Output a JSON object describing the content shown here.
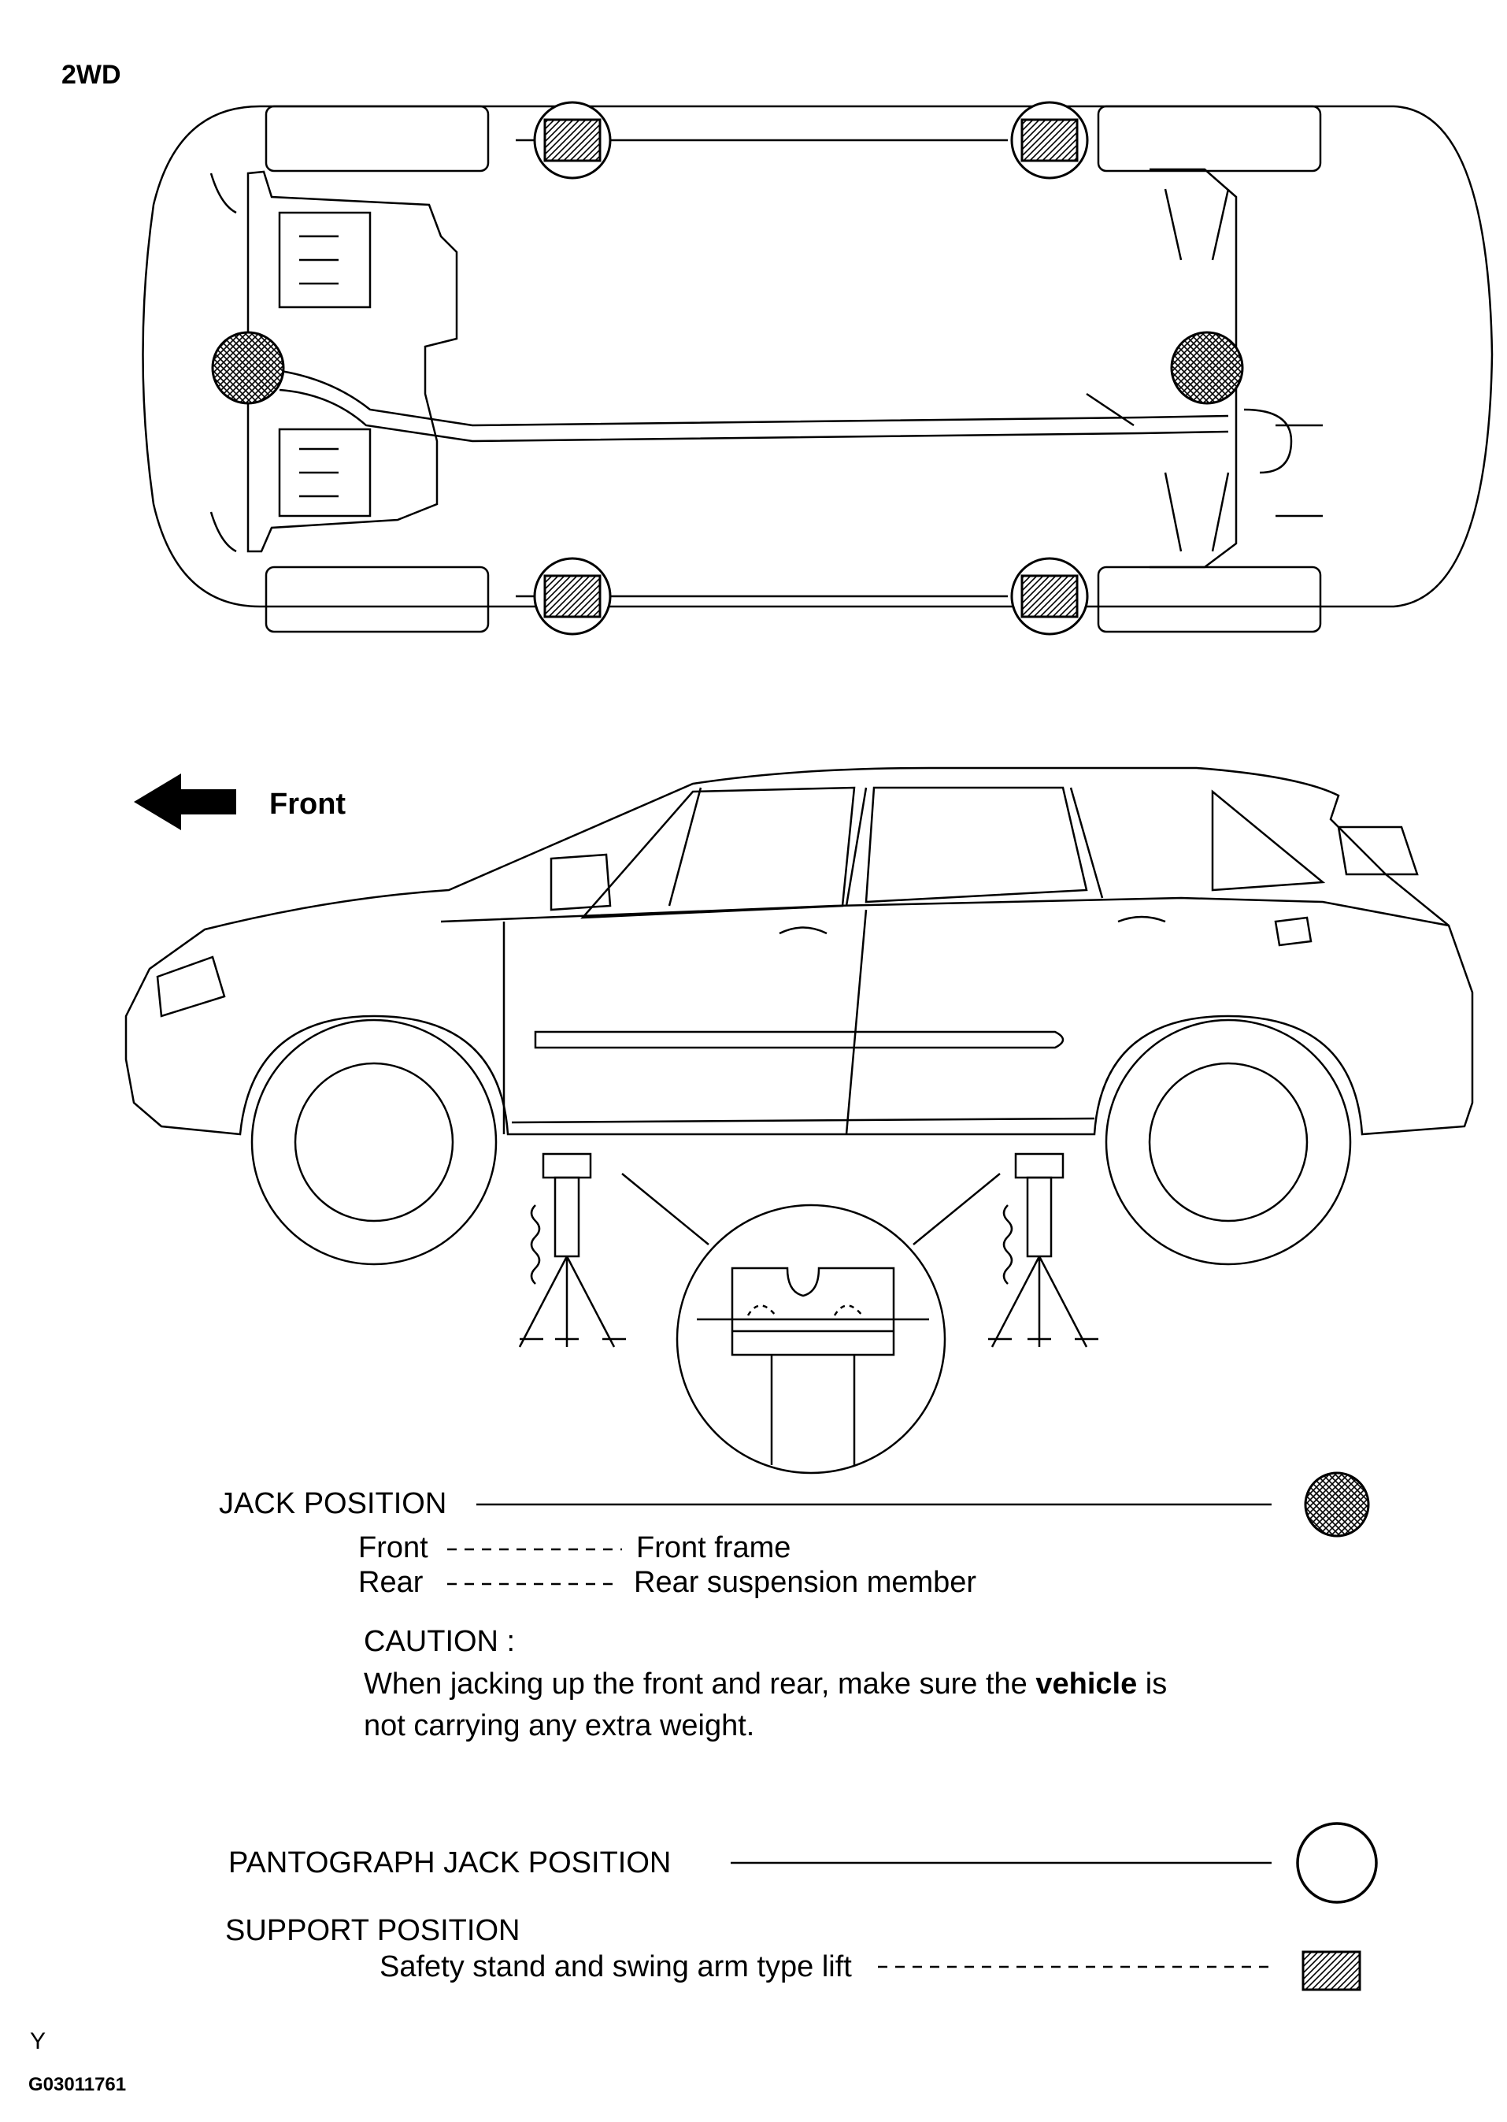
{
  "header": {
    "drive_label": "2WD"
  },
  "direction": {
    "front_label": "Front"
  },
  "legend": {
    "jack_position": {
      "title": "JACK POSITION",
      "rows": [
        {
          "where": "Front",
          "what": "Front frame"
        },
        {
          "where": "Rear",
          "what": "Rear suspension member"
        }
      ]
    },
    "caution": {
      "title": "CAUTION :",
      "line1_before": "When jacking up the front and rear, make sure the ",
      "line1_bold": "vehicle",
      "line1_after": " is",
      "line2": "not carrying any extra weight."
    },
    "pantograph": {
      "title": "PANTOGRAPH JACK POSITION"
    },
    "support": {
      "title": "SUPPORT POSITION",
      "detail": "Safety stand and swing arm type lift"
    }
  },
  "footer": {
    "orientation_mark": "Y",
    "figure_code": "G03011761"
  },
  "icons": {
    "jack_symbol": "crosshatched-circle-icon",
    "pantograph_symbol": "open-circle-icon",
    "support_symbol": "hatched-square-icon",
    "front_arrow": "arrow-left-icon"
  }
}
